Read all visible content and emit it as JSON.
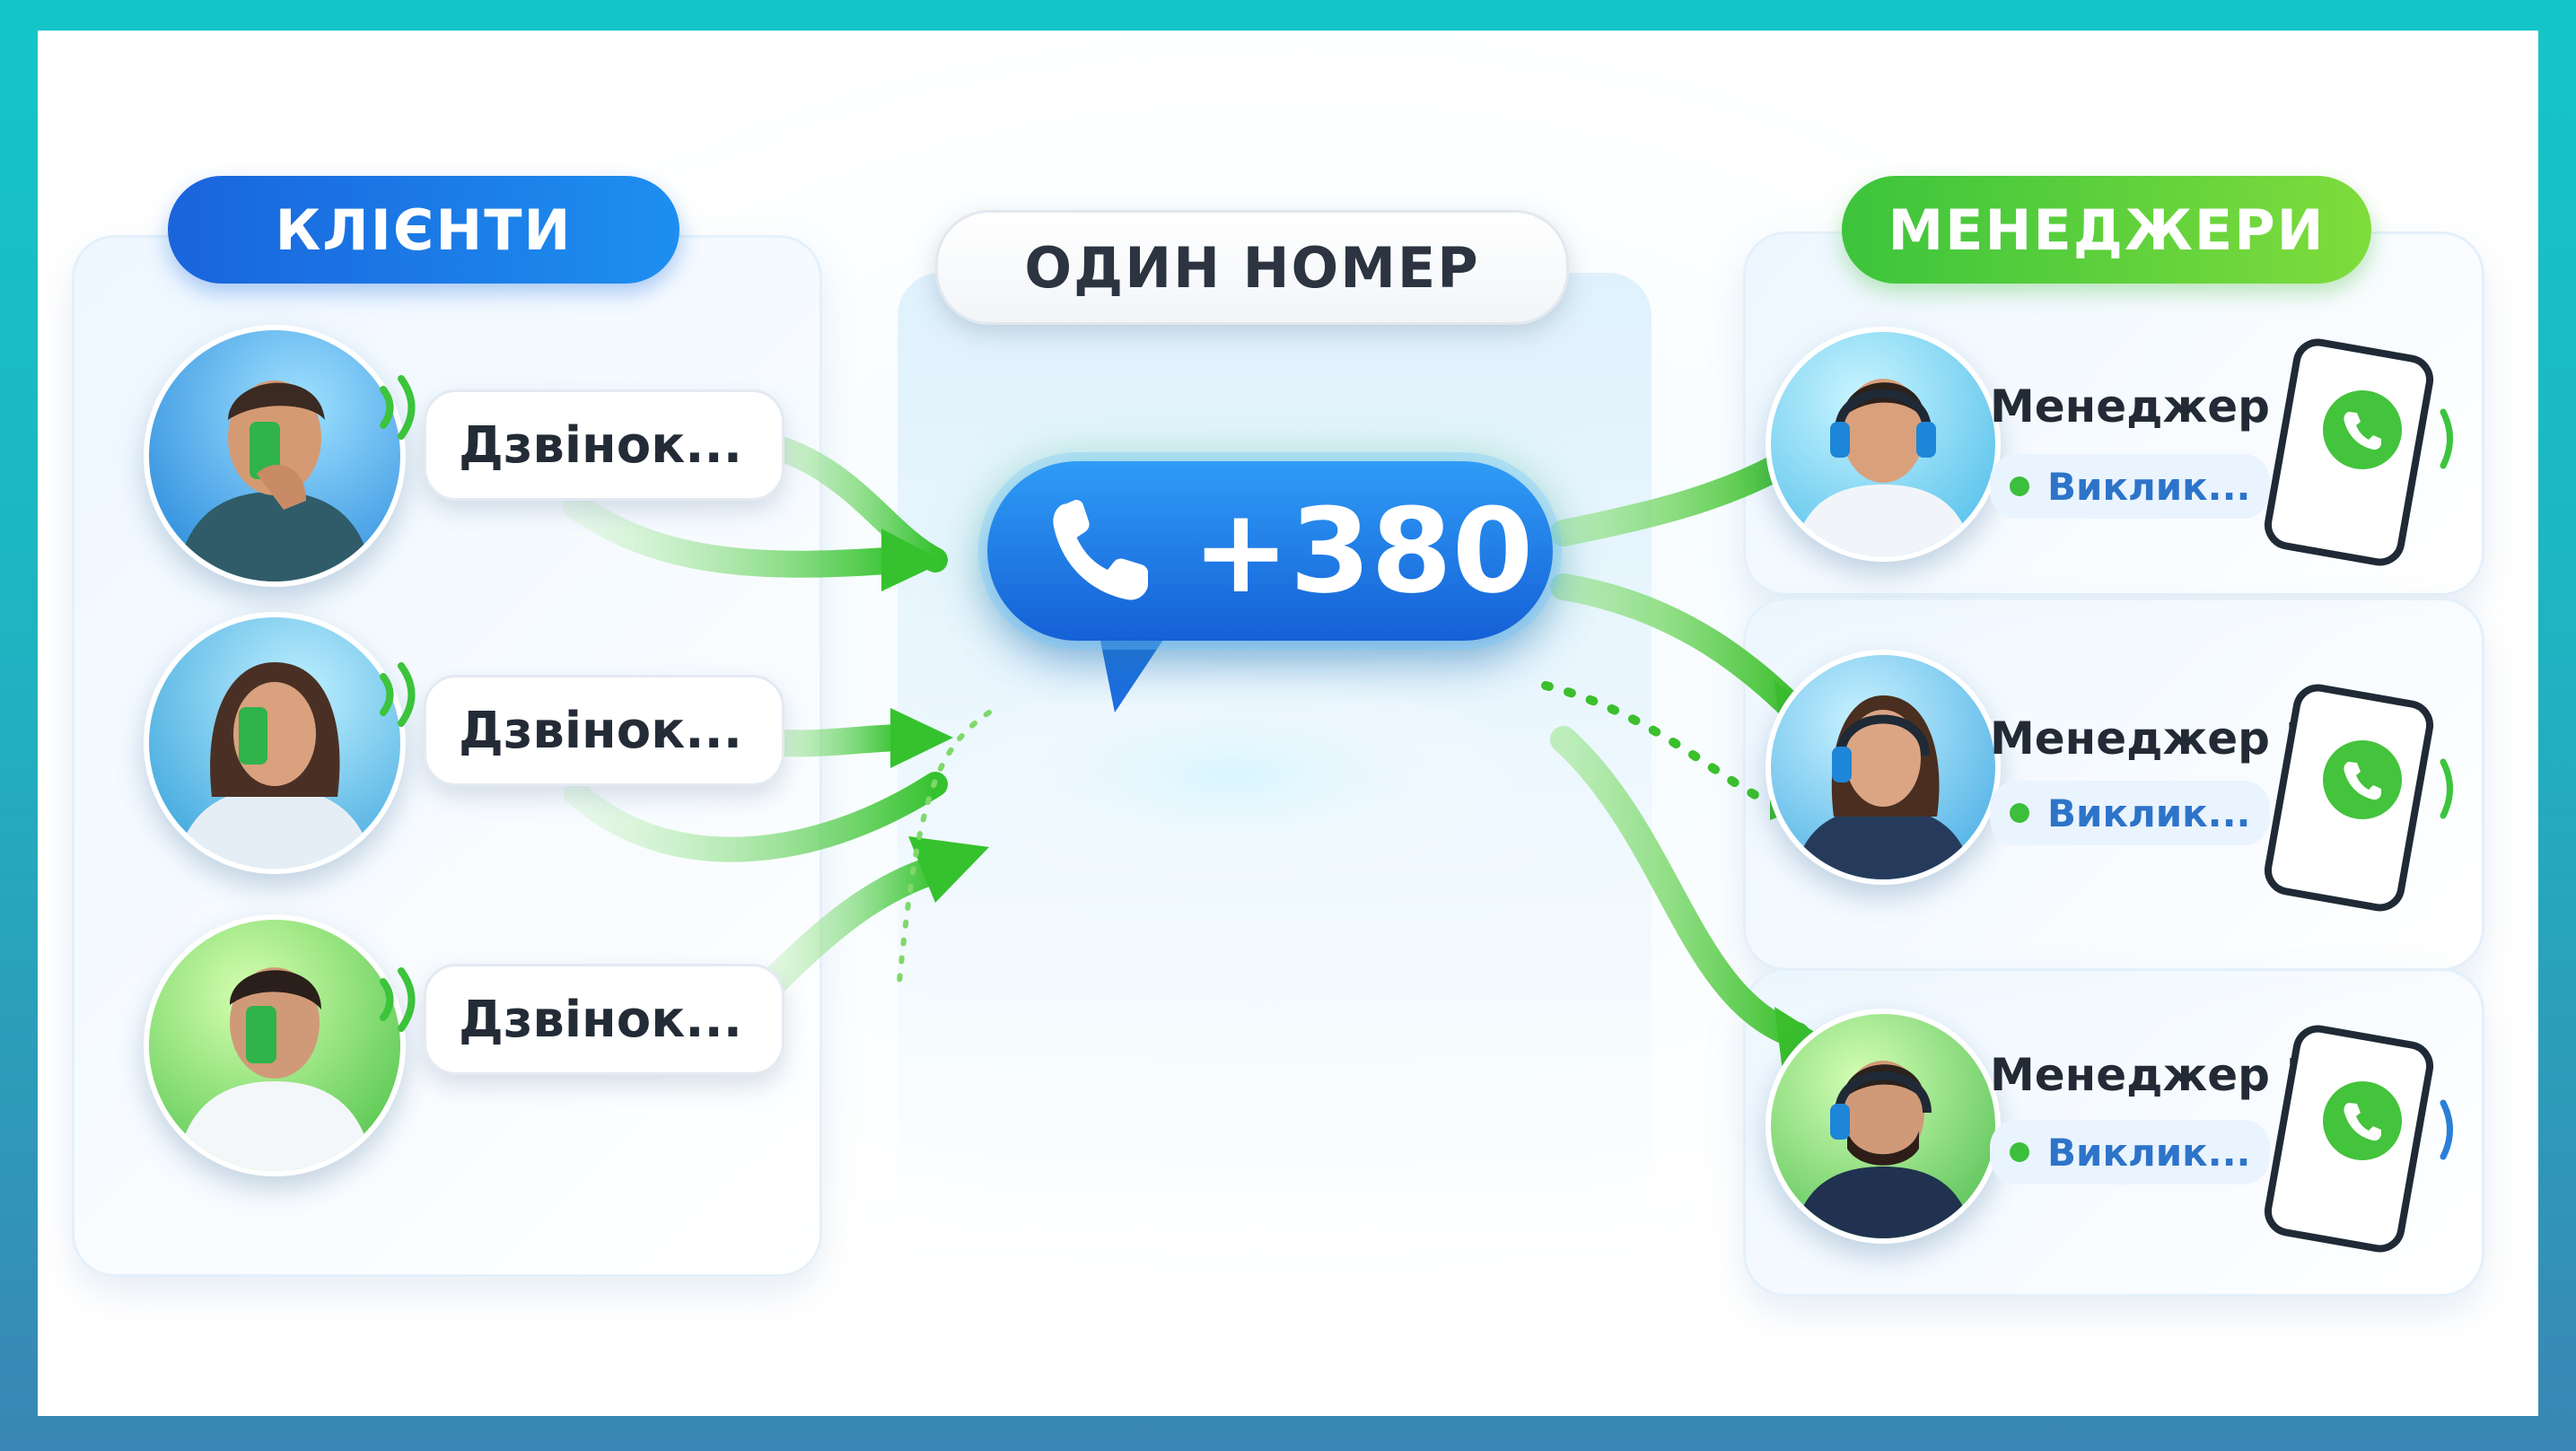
{
  "header_clients": "КЛІЄНТИ",
  "header_number": "ОДИН НОМЕР",
  "header_managers": "МЕНЕДЖЕРИ",
  "main_number": "+380",
  "clients": [
    {
      "label": "Дзвінок..."
    },
    {
      "label": "Дзвінок..."
    },
    {
      "label": "Дзвінок..."
    }
  ],
  "managers": [
    {
      "name": "Менеджер 1",
      "status": "Виклик..."
    },
    {
      "name": "Менеджер 2",
      "status": "Виклик..."
    },
    {
      "name": "Менеджер 3",
      "status": "Виклик..."
    }
  ],
  "colors": {
    "blue": "#1a64dc",
    "green": "#3cc43c",
    "frame": "#14c6c8",
    "arrow": "#48c83c"
  },
  "icons": [
    "phone-icon",
    "headset-icon",
    "smartphone-icon",
    "sound-wave-icon"
  ]
}
